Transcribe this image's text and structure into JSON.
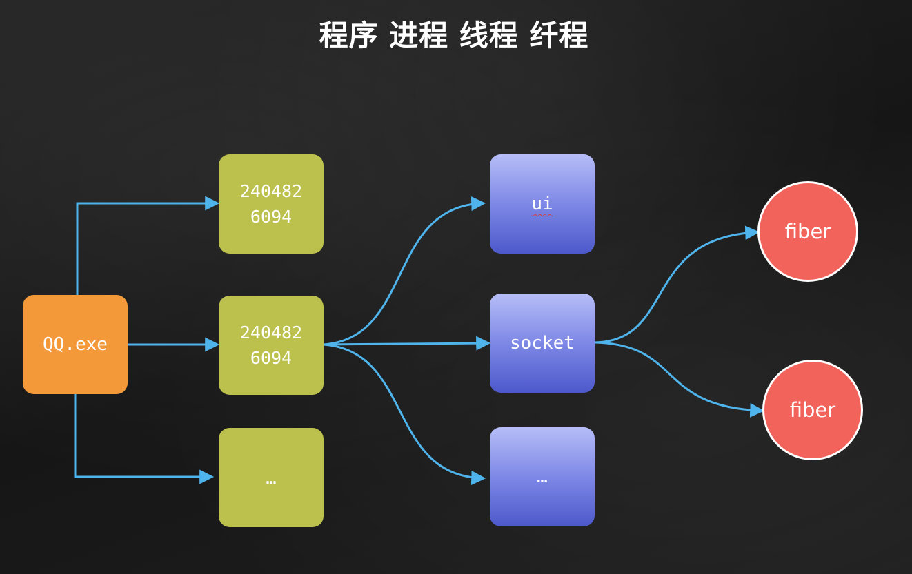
{
  "title": "程序 进程 线程 纤程",
  "program": {
    "label": "QQ.exe",
    "color": "#f4993a"
  },
  "processes": [
    {
      "label": "240482\n6094"
    },
    {
      "label": "240482\n6094"
    },
    {
      "label": "…"
    }
  ],
  "threads": [
    {
      "label": "ui"
    },
    {
      "label": "socket"
    },
    {
      "label": "…"
    }
  ],
  "fibers": [
    {
      "label": "fiber"
    },
    {
      "label": "fiber"
    }
  ],
  "colors": {
    "arrow": "#4fb4ec",
    "process": "#bcc14d",
    "thread": "#6f7ae0",
    "fiber": "#f2635c"
  }
}
